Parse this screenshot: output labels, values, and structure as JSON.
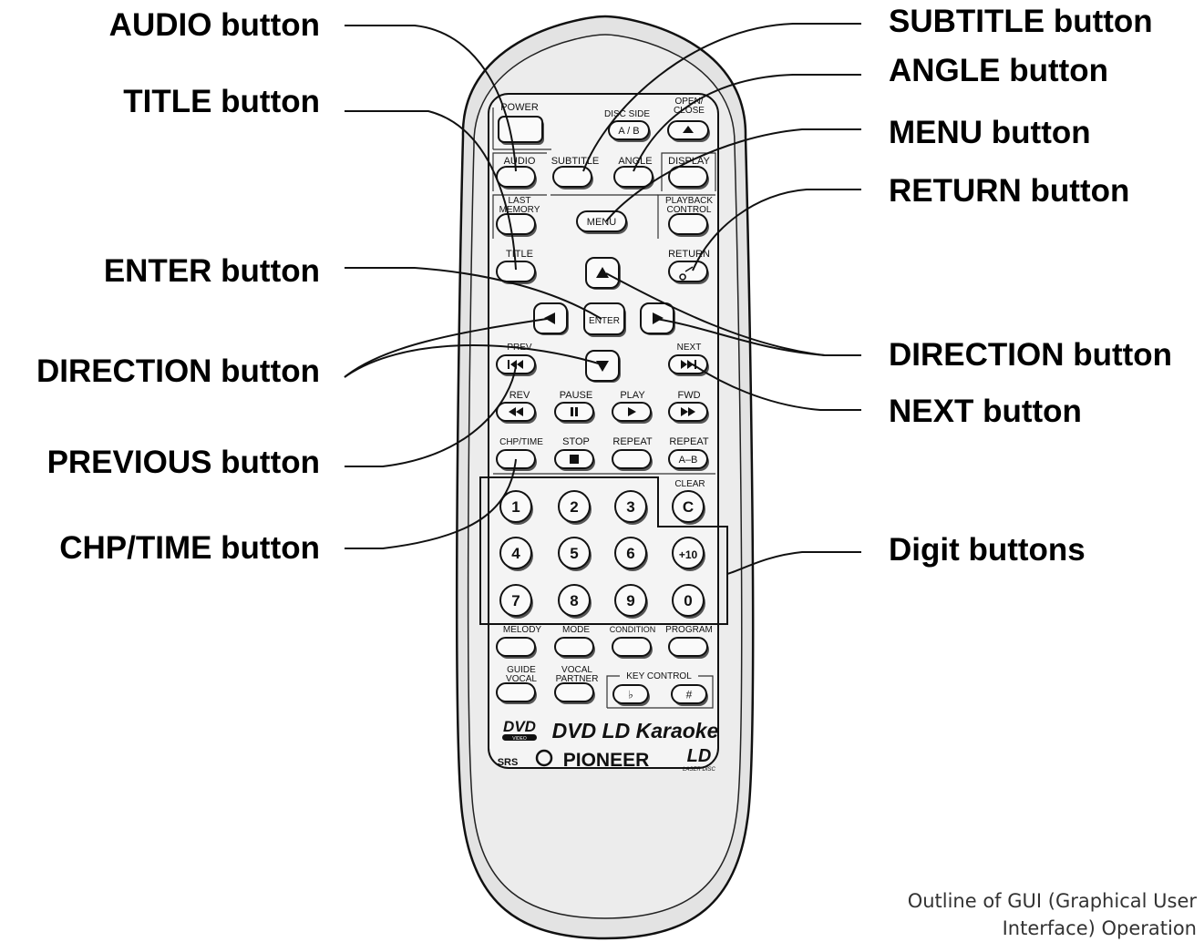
{
  "callouts_left": {
    "audio": "AUDIO button",
    "title": "TITLE button",
    "enter": "ENTER button",
    "direction": "DIRECTION button",
    "previous": "PREVIOUS button",
    "chp_time": "CHP/TIME button"
  },
  "callouts_right": {
    "subtitle": "SUBTITLE button",
    "angle": "ANGLE button",
    "menu": "MENU button",
    "return": "RETURN button",
    "direction": "DIRECTION button",
    "next": "NEXT button",
    "digits": "Digit buttons"
  },
  "caption": "Outline of GUI (Graphical User Interface) Operation",
  "remote": {
    "labels": {
      "power": "POWER",
      "disc_side": "DISC SIDE",
      "disc_side_key": "A / B",
      "open_close": "OPEN/\nCLOSE",
      "audio": "AUDIO",
      "subtitle": "SUBTITLE",
      "angle": "ANGLE",
      "display": "DISPLAY",
      "last_memory": "LAST\nMEMORY",
      "menu": "MENU",
      "playback_control": "PLAYBACK\nCONTROL",
      "title": "TITLE",
      "return": "RETURN",
      "enter": "ENTER",
      "prev": "PREV",
      "next": "NEXT",
      "rev": "REV",
      "pause": "PAUSE",
      "play": "PLAY",
      "fwd": "FWD",
      "chp_time": "CHP/TIME",
      "stop": "STOP",
      "repeat": "REPEAT",
      "repeat_ab": "REPEAT",
      "repeat_ab_key": "A–B",
      "clear": "CLEAR",
      "clear_key": "C",
      "melody": "MELODY",
      "mode": "MODE",
      "condition": "CONDITION",
      "program": "PROGRAM",
      "guide_vocal": "GUIDE\nVOCAL",
      "vocal_partner": "VOCAL\nPARTNER",
      "key_control": "KEY CONTROL",
      "flat": "♭",
      "sharp": "#"
    },
    "digits": [
      "1",
      "2",
      "3",
      "4",
      "5",
      "6",
      "+10",
      "7",
      "8",
      "9",
      "0"
    ],
    "brand": {
      "dvd_logo": "DVD",
      "dvd_sub": "VIDEO",
      "product": "DVD LD Karaoke",
      "maker": "PIONEER",
      "srs": "SRS",
      "laser_disc": "LASER DISC",
      "ld_logo": "LD"
    }
  }
}
